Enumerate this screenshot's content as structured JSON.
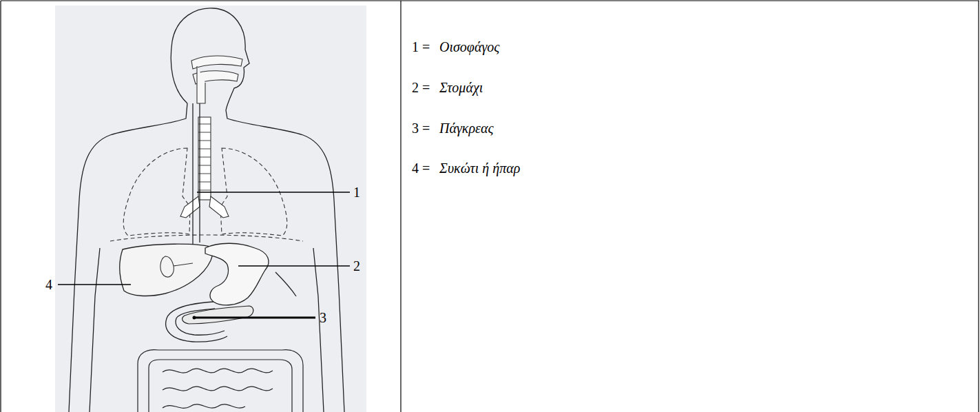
{
  "diagram": {
    "labels": [
      "1",
      "2",
      "3",
      "4",
      "1 =",
      "Οισοφάγος",
      "2 =",
      "Στομάχι",
      "3 =",
      "Πάγκρεας",
      "4 =",
      "Συκώτι ή ήπαρ"
    ]
  }
}
